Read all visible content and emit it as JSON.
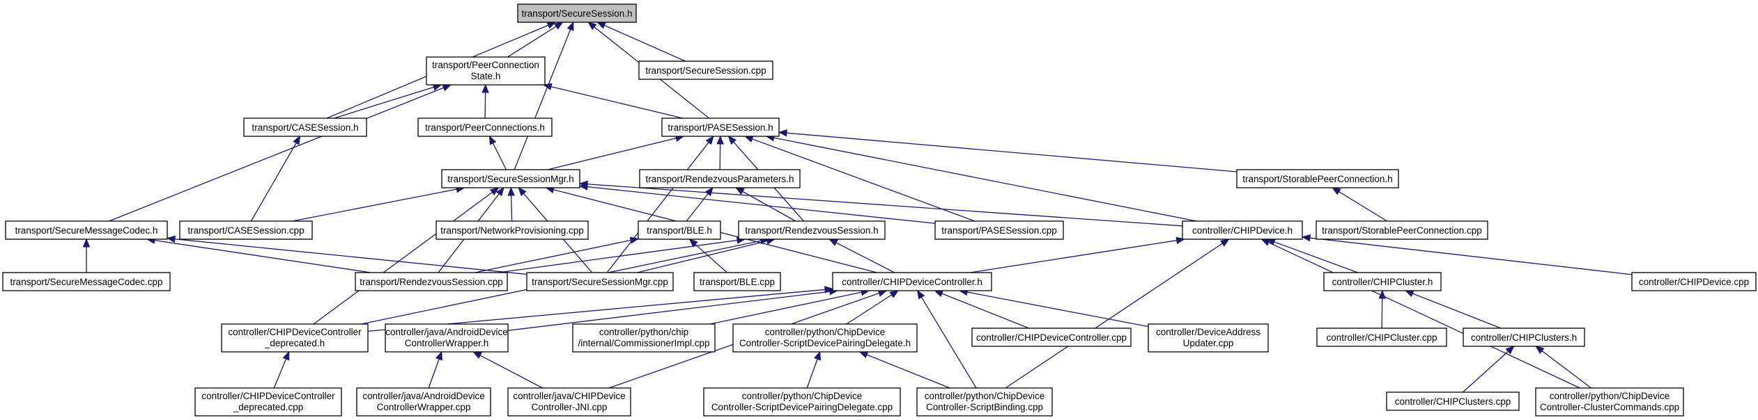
{
  "diagram": {
    "nodes": [
      {
        "id": "n_root",
        "lines": [
          "transport/SecureSession.h"
        ],
        "root": true
      },
      {
        "id": "n_pcs",
        "lines": [
          "transport/PeerConnection",
          "State.h"
        ]
      },
      {
        "id": "n_ss_cpp",
        "lines": [
          "transport/SecureSession.cpp"
        ]
      },
      {
        "id": "n_case_h",
        "lines": [
          "transport/CASESession.h"
        ]
      },
      {
        "id": "n_pc_h",
        "lines": [
          "transport/PeerConnections.h"
        ]
      },
      {
        "id": "n_pase_h",
        "lines": [
          "transport/PASESession.h"
        ]
      },
      {
        "id": "n_ssm_h",
        "lines": [
          "transport/SecureSessionMgr.h"
        ]
      },
      {
        "id": "n_rp_h",
        "lines": [
          "transport/RendezvousParameters.h"
        ]
      },
      {
        "id": "n_spc_h",
        "lines": [
          "transport/StorablePeerConnection.h"
        ]
      },
      {
        "id": "n_smc_h",
        "lines": [
          "transport/SecureMessageCodec.h"
        ]
      },
      {
        "id": "n_case_cpp",
        "lines": [
          "transport/CASESession.cpp"
        ]
      },
      {
        "id": "n_np_cpp",
        "lines": [
          "transport/NetworkProvisioning.cpp"
        ]
      },
      {
        "id": "n_ble_h",
        "lines": [
          "transport/BLE.h"
        ]
      },
      {
        "id": "n_rs_h",
        "lines": [
          "transport/RendezvousSession.h"
        ]
      },
      {
        "id": "n_pase_cpp",
        "lines": [
          "transport/PASESession.cpp"
        ]
      },
      {
        "id": "n_cd_h",
        "lines": [
          "controller/CHIPDevice.h"
        ]
      },
      {
        "id": "n_spc_cpp",
        "lines": [
          "transport/StorablePeerConnection.cpp"
        ]
      },
      {
        "id": "n_smc_cpp",
        "lines": [
          "transport/SecureMessageCodec.cpp"
        ]
      },
      {
        "id": "n_rs_cpp",
        "lines": [
          "transport/RendezvousSession.cpp"
        ]
      },
      {
        "id": "n_ssm_cpp",
        "lines": [
          "transport/SecureSessionMgr.cpp"
        ]
      },
      {
        "id": "n_ble_cpp",
        "lines": [
          "transport/BLE.cpp"
        ]
      },
      {
        "id": "n_cdc_h",
        "lines": [
          "controller/CHIPDeviceController.h"
        ]
      },
      {
        "id": "n_ccl_h",
        "lines": [
          "controller/CHIPCluster.h"
        ]
      },
      {
        "id": "n_cd_cpp",
        "lines": [
          "controller/CHIPDevice.cpp"
        ]
      },
      {
        "id": "n_cdcd_h",
        "lines": [
          "controller/CHIPDeviceController",
          "_deprecated.h"
        ]
      },
      {
        "id": "n_adcw_h",
        "lines": [
          "controller/java/AndroidDevice",
          "ControllerWrapper.h"
        ]
      },
      {
        "id": "n_ci_cpp",
        "lines": [
          "controller/python/chip",
          "/internal/CommissionerImpl.cpp"
        ]
      },
      {
        "id": "n_sdpd_h",
        "lines": [
          "controller/python/ChipDevice",
          "Controller-ScriptDevicePairingDelegate.h"
        ]
      },
      {
        "id": "n_cdc_cpp",
        "lines": [
          "controller/CHIPDeviceController.cpp"
        ]
      },
      {
        "id": "n_dau_cpp",
        "lines": [
          "controller/DeviceAddress",
          "Updater.cpp"
        ]
      },
      {
        "id": "n_ccl_cpp",
        "lines": [
          "controller/CHIPCluster.cpp"
        ]
      },
      {
        "id": "n_ccls_h",
        "lines": [
          "controller/CHIPClusters.h"
        ]
      },
      {
        "id": "n_cdcd_cpp",
        "lines": [
          "controller/CHIPDeviceController",
          "_deprecated.cpp"
        ]
      },
      {
        "id": "n_adcw_cpp",
        "lines": [
          "controller/java/AndroidDevice",
          "ControllerWrapper.cpp"
        ]
      },
      {
        "id": "n_jni_cpp",
        "lines": [
          "controller/java/CHIPDevice",
          "Controller-JNI.cpp"
        ]
      },
      {
        "id": "n_sdpd_cpp",
        "lines": [
          "controller/python/ChipDevice",
          "Controller-ScriptDevicePairingDelegate.cpp"
        ]
      },
      {
        "id": "n_sb_cpp",
        "lines": [
          "controller/python/ChipDevice",
          "Controller-ScriptBinding.cpp"
        ]
      },
      {
        "id": "n_ccls_cpp",
        "lines": [
          "controller/CHIPClusters.cpp"
        ]
      },
      {
        "id": "n_cc_cpp",
        "lines": [
          "controller/python/ChipDevice",
          "Controller-ClusterCommands.cpp"
        ]
      }
    ],
    "edges": [
      [
        "n_pcs",
        "n_root"
      ],
      [
        "n_case_h",
        "n_root"
      ],
      [
        "n_ssm_h",
        "n_root"
      ],
      [
        "n_pase_h",
        "n_root"
      ],
      [
        "n_ss_cpp",
        "n_root"
      ],
      [
        "n_case_h",
        "n_pcs"
      ],
      [
        "n_smc_h",
        "n_pcs"
      ],
      [
        "n_pc_h",
        "n_pcs"
      ],
      [
        "n_pase_h",
        "n_pcs"
      ],
      [
        "n_case_cpp",
        "n_case_h"
      ],
      [
        "n_ssm_h",
        "n_pc_h"
      ],
      [
        "n_ssm_h",
        "n_pase_h"
      ],
      [
        "n_rp_h",
        "n_pase_h"
      ],
      [
        "n_ssm_cpp",
        "n_pase_h"
      ],
      [
        "n_rs_h",
        "n_pase_h"
      ],
      [
        "n_pase_cpp",
        "n_pase_h"
      ],
      [
        "n_cd_h",
        "n_pase_h"
      ],
      [
        "n_spc_h",
        "n_pase_h"
      ],
      [
        "n_case_cpp",
        "n_ssm_h"
      ],
      [
        "n_np_cpp",
        "n_ssm_h"
      ],
      [
        "n_rs_cpp",
        "n_ssm_h"
      ],
      [
        "n_ssm_cpp",
        "n_ssm_h"
      ],
      [
        "n_cdcd_h",
        "n_ssm_h"
      ],
      [
        "n_pase_cpp",
        "n_ssm_h"
      ],
      [
        "n_cd_h",
        "n_ssm_h"
      ],
      [
        "n_cdc_h",
        "n_ssm_h"
      ],
      [
        "n_ble_h",
        "n_rp_h"
      ],
      [
        "n_rs_h",
        "n_rp_h"
      ],
      [
        "n_spc_cpp",
        "n_spc_h"
      ],
      [
        "n_smc_cpp",
        "n_smc_h"
      ],
      [
        "n_rs_cpp",
        "n_smc_h"
      ],
      [
        "n_ssm_cpp",
        "n_smc_h"
      ],
      [
        "n_rs_cpp",
        "n_ble_h"
      ],
      [
        "n_ble_cpp",
        "n_ble_h"
      ],
      [
        "n_rs_cpp",
        "n_rs_h"
      ],
      [
        "n_ssm_cpp",
        "n_rs_h"
      ],
      [
        "n_cdc_h",
        "n_rs_h"
      ],
      [
        "n_cdcd_h",
        "n_rs_h"
      ],
      [
        "n_cdc_h",
        "n_cd_h"
      ],
      [
        "n_ccl_h",
        "n_cd_h"
      ],
      [
        "n_cd_cpp",
        "n_cd_h"
      ],
      [
        "n_sb_cpp",
        "n_cd_h"
      ],
      [
        "n_cc_cpp",
        "n_cd_h"
      ],
      [
        "n_cdcd_h",
        "n_cdc_h"
      ],
      [
        "n_adcw_h",
        "n_cdc_h"
      ],
      [
        "n_ci_cpp",
        "n_cdc_h"
      ],
      [
        "n_sdpd_h",
        "n_cdc_h"
      ],
      [
        "n_cdc_cpp",
        "n_cdc_h"
      ],
      [
        "n_dau_cpp",
        "n_cdc_h"
      ],
      [
        "n_jni_cpp",
        "n_cdc_h"
      ],
      [
        "n_sb_cpp",
        "n_cdc_h"
      ],
      [
        "n_ccl_cpp",
        "n_ccl_h"
      ],
      [
        "n_ccls_h",
        "n_ccl_h"
      ],
      [
        "n_cdcd_cpp",
        "n_cdcd_h"
      ],
      [
        "n_adcw_cpp",
        "n_adcw_h"
      ],
      [
        "n_jni_cpp",
        "n_adcw_h"
      ],
      [
        "n_sdpd_cpp",
        "n_sdpd_h"
      ],
      [
        "n_sb_cpp",
        "n_sdpd_h"
      ],
      [
        "n_ccls_cpp",
        "n_ccls_h"
      ],
      [
        "n_cc_cpp",
        "n_ccls_h"
      ]
    ]
  }
}
